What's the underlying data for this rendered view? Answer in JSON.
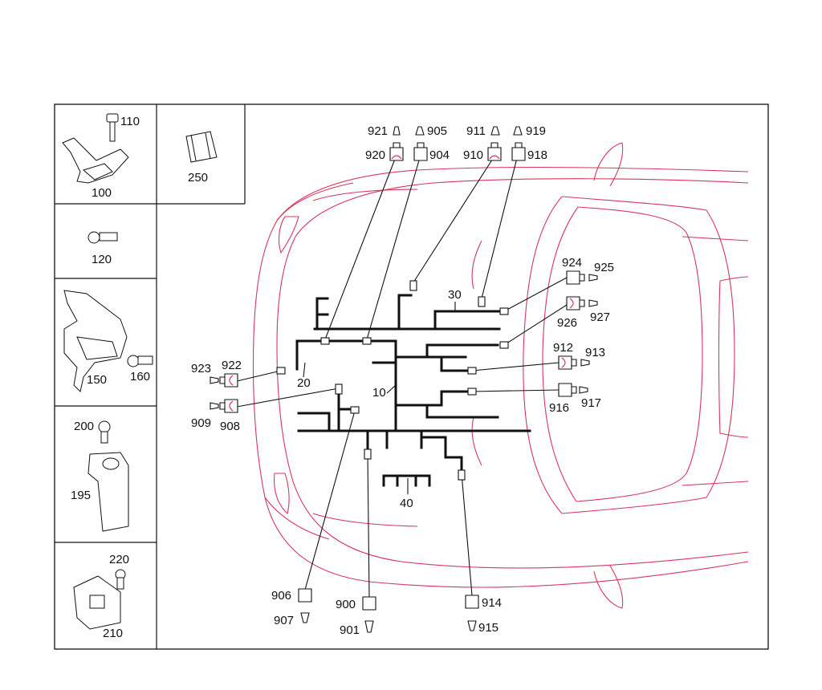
{
  "parts_panel": {
    "p100": "100",
    "p110": "110",
    "p120": "120",
    "p150": "150",
    "p160": "160",
    "p195": "195",
    "p200": "200",
    "p210": "210",
    "p220": "220",
    "p250": "250"
  },
  "harness_labels": {
    "h10": "10",
    "h20": "20",
    "h30": "30",
    "h40": "40"
  },
  "connectors": {
    "c900": "900",
    "c901": "901",
    "c904": "904",
    "c905": "905",
    "c906": "906",
    "c907": "907",
    "c908": "908",
    "c909": "909",
    "c910": "910",
    "c911": "911",
    "c912": "912",
    "c913": "913",
    "c914": "914",
    "c915": "915",
    "c916": "916",
    "c917": "917",
    "c918": "918",
    "c919": "919",
    "c920": "920",
    "c921": "921",
    "c922": "922",
    "c923": "923",
    "c924": "924",
    "c925": "925",
    "c926": "926",
    "c927": "927"
  },
  "colors": {
    "outline": "#d8365e",
    "ink": "#111111",
    "frame": "#111111"
  }
}
